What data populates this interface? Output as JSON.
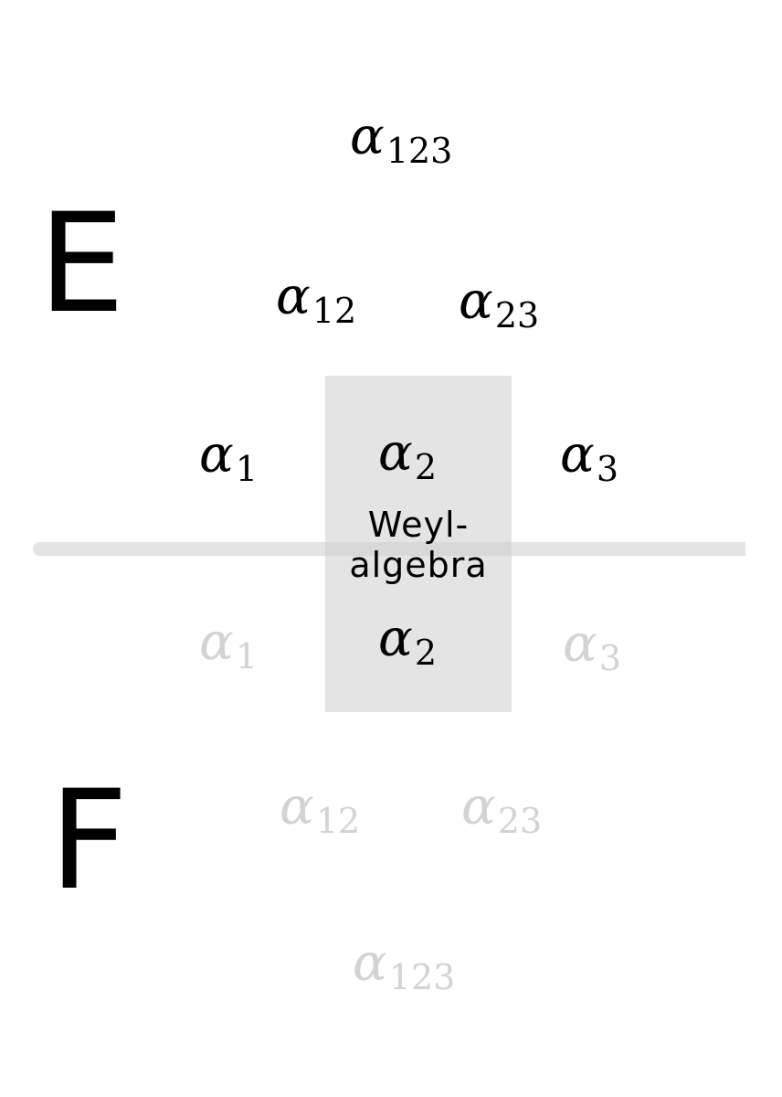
{
  "letters": {
    "top": "E",
    "bottom": "F"
  },
  "weyl": {
    "line1": "Weyl-",
    "line2": "algebra"
  },
  "colors": {
    "highlight_box": "#d5d5d5",
    "divider": "#e4e4e4",
    "faded_text": "#d3d3d3"
  },
  "top_roots": [
    {
      "symbol": "α",
      "sub": "123"
    },
    {
      "symbol": "α",
      "sub": "12"
    },
    {
      "symbol": "α",
      "sub": "23"
    },
    {
      "symbol": "α",
      "sub": "1"
    },
    {
      "symbol": "α",
      "sub": "2"
    },
    {
      "symbol": "α",
      "sub": "3"
    }
  ],
  "bottom_roots": [
    {
      "symbol": "α",
      "sub": "1"
    },
    {
      "symbol": "α",
      "sub": "2"
    },
    {
      "symbol": "α",
      "sub": "3"
    },
    {
      "symbol": "α",
      "sub": "12"
    },
    {
      "symbol": "α",
      "sub": "23"
    },
    {
      "symbol": "α",
      "sub": "123"
    }
  ]
}
